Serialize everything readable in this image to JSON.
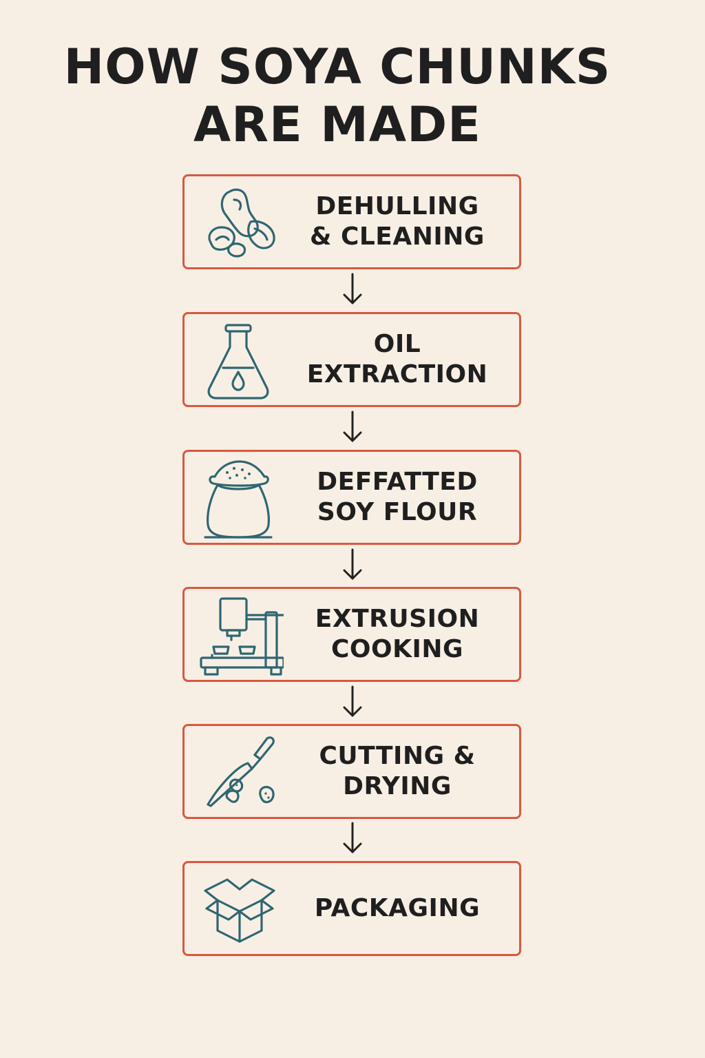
{
  "title": {
    "line1": "HOW SOYA CHUNKS",
    "line2": "ARE MADE"
  },
  "steps": [
    {
      "line1": "DEHULLING",
      "line2": "& CLEANING",
      "icon": "soybeans-icon"
    },
    {
      "line1": "OIL EXTRACTION",
      "line2": "",
      "icon": "flask-oil-drop-icon"
    },
    {
      "line1": "DEFFATTED",
      "line2": "SOY FLOUR",
      "icon": "flour-sack-icon"
    },
    {
      "line1": "EXTRUSION",
      "line2": "COOKING",
      "icon": "extruder-machine-icon"
    },
    {
      "line1": "CUTTING &",
      "line2": "DRYING",
      "icon": "knife-chunks-icon"
    },
    {
      "line1": "PACKAGING",
      "line2": "",
      "icon": "box-icon"
    }
  ],
  "colors": {
    "background": "#f8efe4",
    "box_border": "#d9583f",
    "icon_stroke": "#2f6672",
    "text": "#1f1f1f"
  }
}
